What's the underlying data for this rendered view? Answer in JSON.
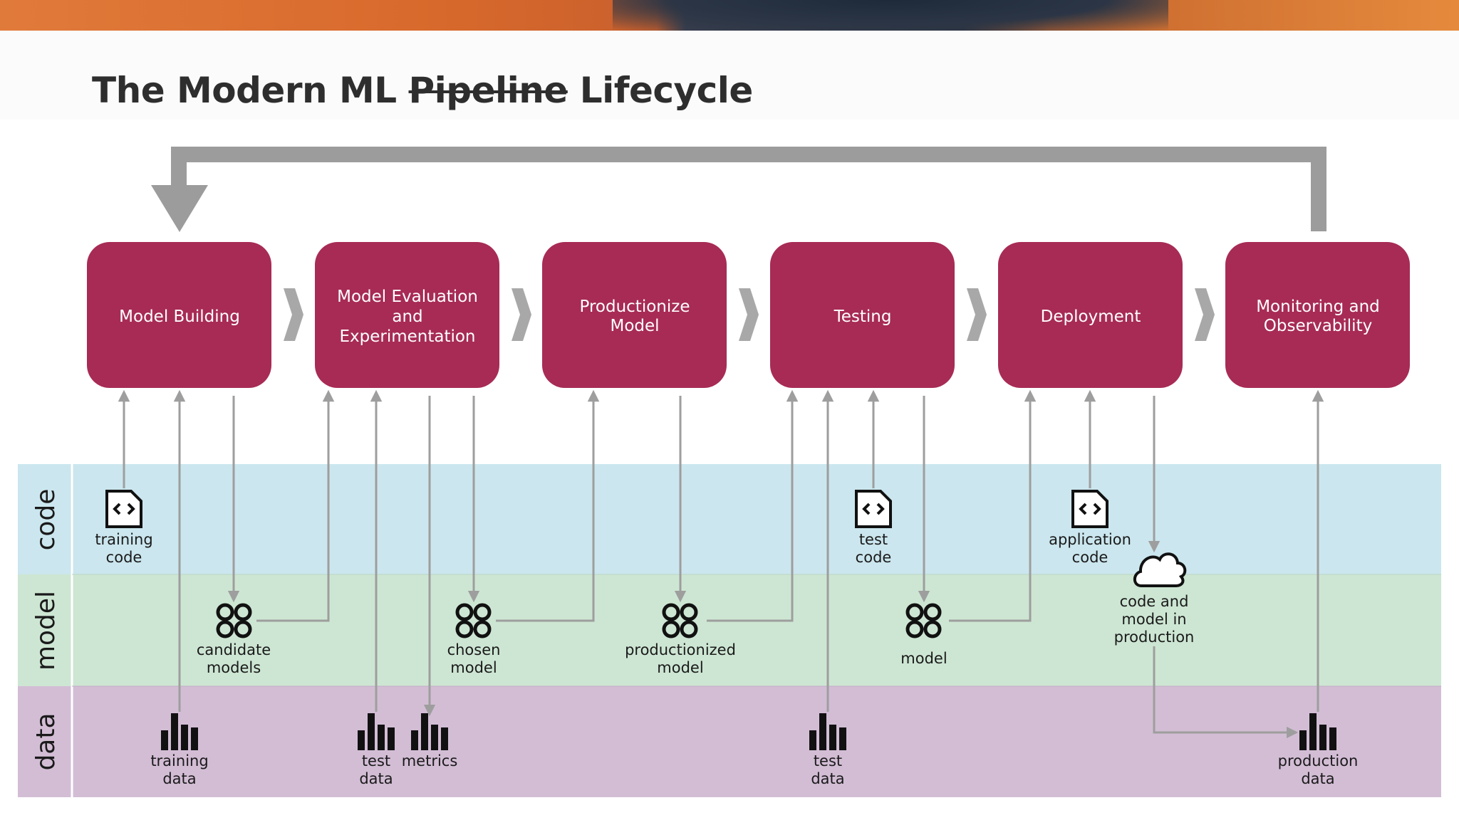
{
  "title": {
    "before": "The Modern ML ",
    "struck": "Pipeline",
    "after": " Lifecycle"
  },
  "colors": {
    "stage_fill": "#a72b55",
    "code_lane": "#cbe6ee",
    "model_lane": "#cde6d3",
    "data_lane": "#d3bdd5",
    "connector": "#9e9e9e",
    "feedback_arrow": "#9c9c9c"
  },
  "lanes": {
    "code": "code",
    "model": "model",
    "data": "data"
  },
  "stages": [
    {
      "lines": [
        "Model Building"
      ]
    },
    {
      "lines": [
        "Model Evaluation",
        "and",
        "Experimentation"
      ]
    },
    {
      "lines": [
        "Productionize",
        "Model"
      ]
    },
    {
      "lines": [
        "Testing"
      ]
    },
    {
      "lines": [
        "Deployment"
      ]
    },
    {
      "lines": [
        "Monitoring and",
        "Observability"
      ]
    }
  ],
  "artifacts": {
    "training_code": [
      "training",
      "code"
    ],
    "test_code": [
      "test",
      "code"
    ],
    "application_code": [
      "application",
      "code"
    ],
    "candidate_models": [
      "candidate",
      "models"
    ],
    "chosen_model": [
      "chosen",
      "model"
    ],
    "productionized_model": [
      "productionized",
      "model"
    ],
    "model": [
      "model"
    ],
    "code_and_model_in_production": [
      "code and",
      "model  in",
      "production"
    ],
    "training_data": [
      "training",
      "data"
    ],
    "test_data_eval": [
      "test",
      "data"
    ],
    "metrics": [
      "metrics"
    ],
    "test_data_testing": [
      "test",
      "data"
    ],
    "production_data": [
      "production",
      "data"
    ]
  },
  "icons": {
    "code_file": "code-file-icon",
    "model": "model-cluster-icon",
    "data": "bar-chart-icon",
    "cloud": "cloud-icon",
    "chevron": "chevron-right-icon"
  }
}
